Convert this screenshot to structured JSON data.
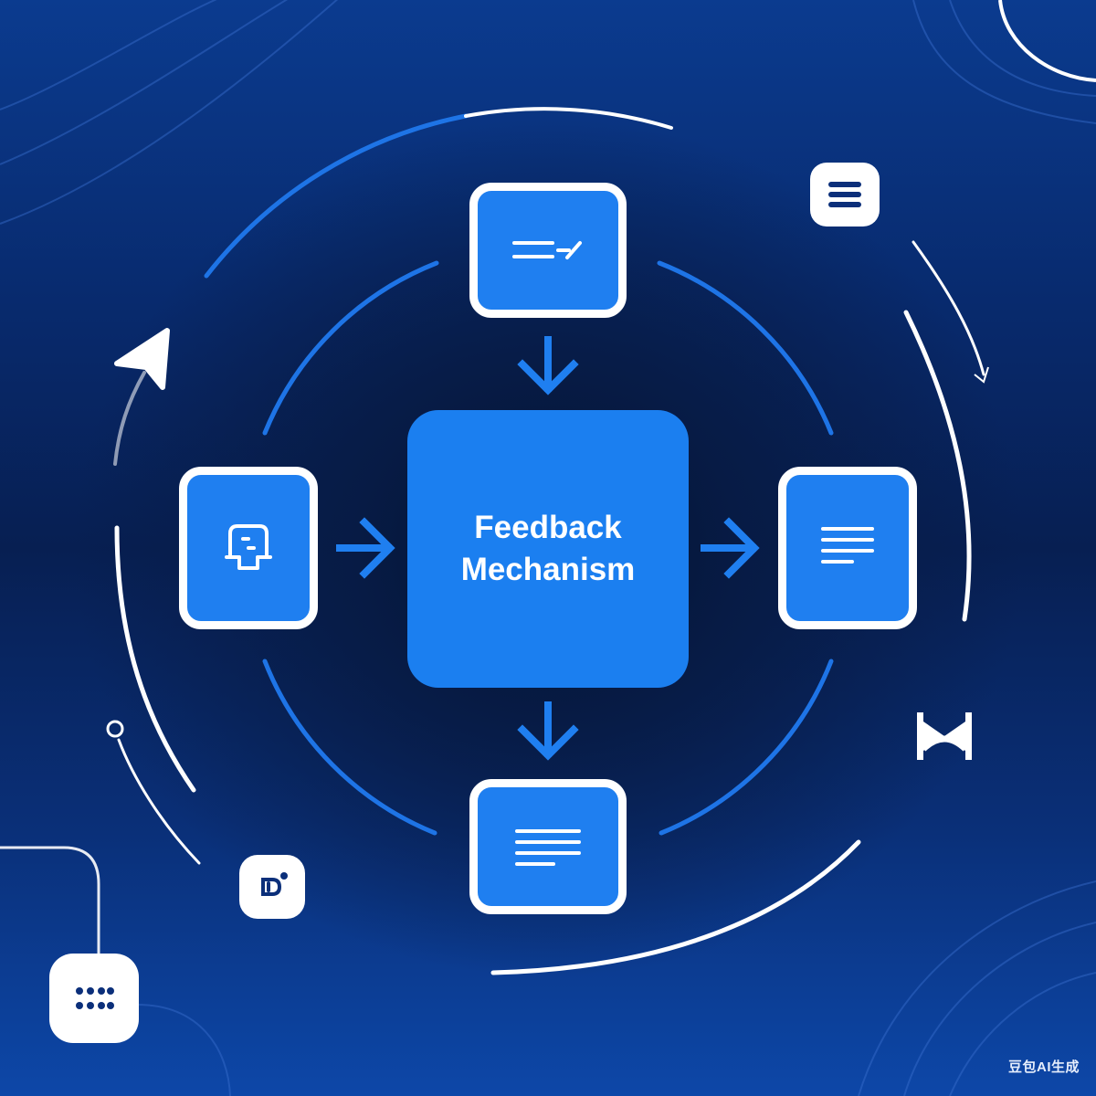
{
  "diagram": {
    "center_label_line1": "Feedback",
    "center_label_line2": "Mechanism",
    "nodes": [
      {
        "id": "top",
        "icon": "edit-text-icon"
      },
      {
        "id": "left",
        "icon": "robot-face-icon"
      },
      {
        "id": "right",
        "icon": "document-lines-icon"
      },
      {
        "id": "bottom",
        "icon": "text-lines-icon"
      }
    ],
    "decorations": [
      "menu-icon",
      "navigation-arrow-icon",
      "bowtie-icon",
      "chat-bubble-icon",
      "dots-grid-icon"
    ]
  },
  "watermark": "豆包AI生成",
  "colors": {
    "background_dark": "#04122f",
    "background_edge": "#0d47a8",
    "accent_blue": "#1f7ff0",
    "ring_blue": "#1e74e6",
    "white": "#ffffff"
  }
}
